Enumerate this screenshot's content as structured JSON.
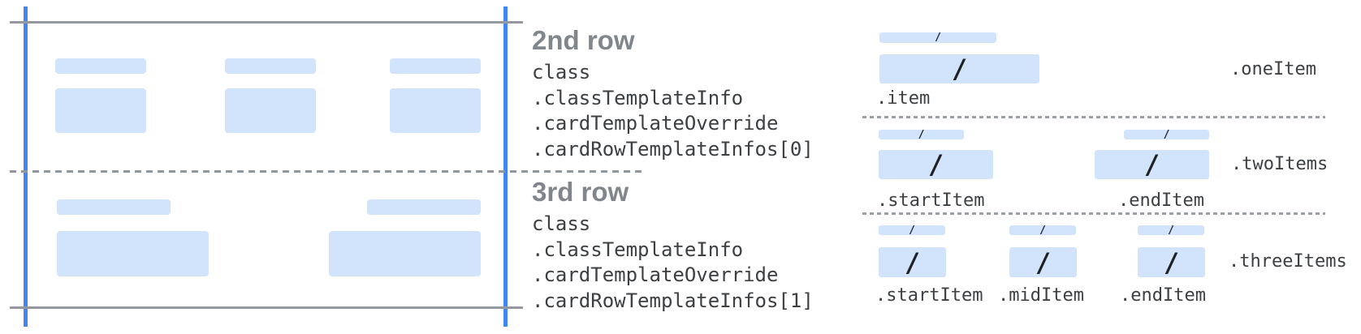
{
  "colors": {
    "guide_blue": "#4285f4",
    "placeholder_blue": "#d2e3fc",
    "edge_gray": "#94999f",
    "dash_gray": "#9aa0a6",
    "heading_gray": "#80868b",
    "code_text": "#3c4043",
    "slash_black": "#202124"
  },
  "rows": [
    {
      "title": "2nd row",
      "code_lines": [
        "class",
        ".classTemplateInfo",
        ".cardTemplateOverride",
        ".cardRowTemplateInfos[0]"
      ]
    },
    {
      "title": "3rd row",
      "code_lines": [
        "class",
        ".classTemplateInfo",
        ".cardTemplateOverride",
        ".cardRowTemplateInfos[1]"
      ]
    }
  ],
  "item_layouts": [
    {
      "name": ".oneItem",
      "items": [
        ".item"
      ]
    },
    {
      "name": ".twoItems",
      "items": [
        ".startItem",
        ".endItem"
      ]
    },
    {
      "name": ".threeItems",
      "items": [
        ".startItem",
        ".midItem",
        ".endItem"
      ]
    }
  ],
  "slash": "/"
}
